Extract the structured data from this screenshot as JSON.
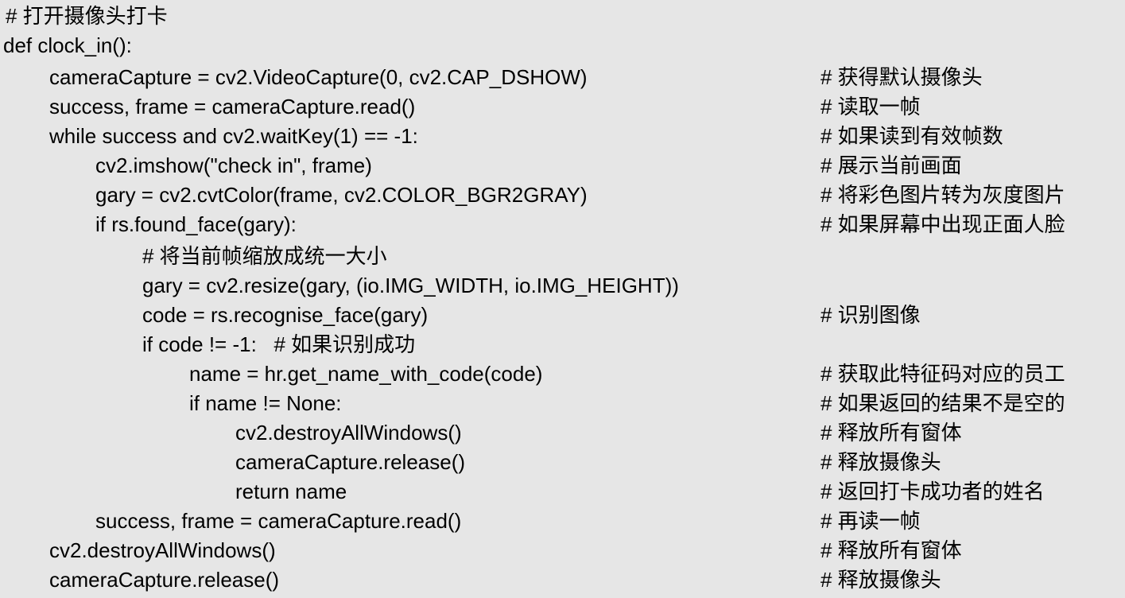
{
  "lines": [
    {
      "code": "# 打开摄像头打卡",
      "comment": ""
    },
    {
      "code": "def clock_in():",
      "comment": ""
    },
    {
      "code": "cameraCapture = cv2.VideoCapture(0, cv2.CAP_DSHOW)",
      "comment": "# 获得默认摄像头"
    },
    {
      "code": "success, frame = cameraCapture.read()",
      "comment": "# 读取一帧"
    },
    {
      "code": "while success and cv2.waitKey(1) == -1:",
      "comment": "# 如果读到有效帧数"
    },
    {
      "code": "cv2.imshow(\"check in\", frame)",
      "comment": "# 展示当前画面"
    },
    {
      "code": "gary = cv2.cvtColor(frame, cv2.COLOR_BGR2GRAY)",
      "comment": "# 将彩色图片转为灰度图片"
    },
    {
      "code": "if rs.found_face(gary):",
      "comment": "# 如果屏幕中出现正面人脸"
    },
    {
      "code": "# 将当前帧缩放成统一大小",
      "comment": ""
    },
    {
      "code": "gary = cv2.resize(gary, (io.IMG_WIDTH, io.IMG_HEIGHT))",
      "comment": ""
    },
    {
      "code": "code = rs.recognise_face(gary)",
      "comment": "# 识别图像"
    },
    {
      "code": "if code != -1:   # 如果识别成功",
      "comment": ""
    },
    {
      "code": "name = hr.get_name_with_code(code)",
      "comment": "# 获取此特征码对应的员工"
    },
    {
      "code": "if name != None:",
      "comment": "# 如果返回的结果不是空的"
    },
    {
      "code": "cv2.destroyAllWindows()",
      "comment": "# 释放所有窗体"
    },
    {
      "code": "cameraCapture.release()",
      "comment": "# 释放摄像头"
    },
    {
      "code": "return name",
      "comment": "# 返回打卡成功者的姓名"
    },
    {
      "code": "success, frame = cameraCapture.read()",
      "comment": "# 再读一帧"
    },
    {
      "code": "cv2.destroyAllWindows()",
      "comment": "# 释放所有窗体"
    },
    {
      "code": "cameraCapture.release()",
      "comment": "# 释放摄像头"
    }
  ]
}
